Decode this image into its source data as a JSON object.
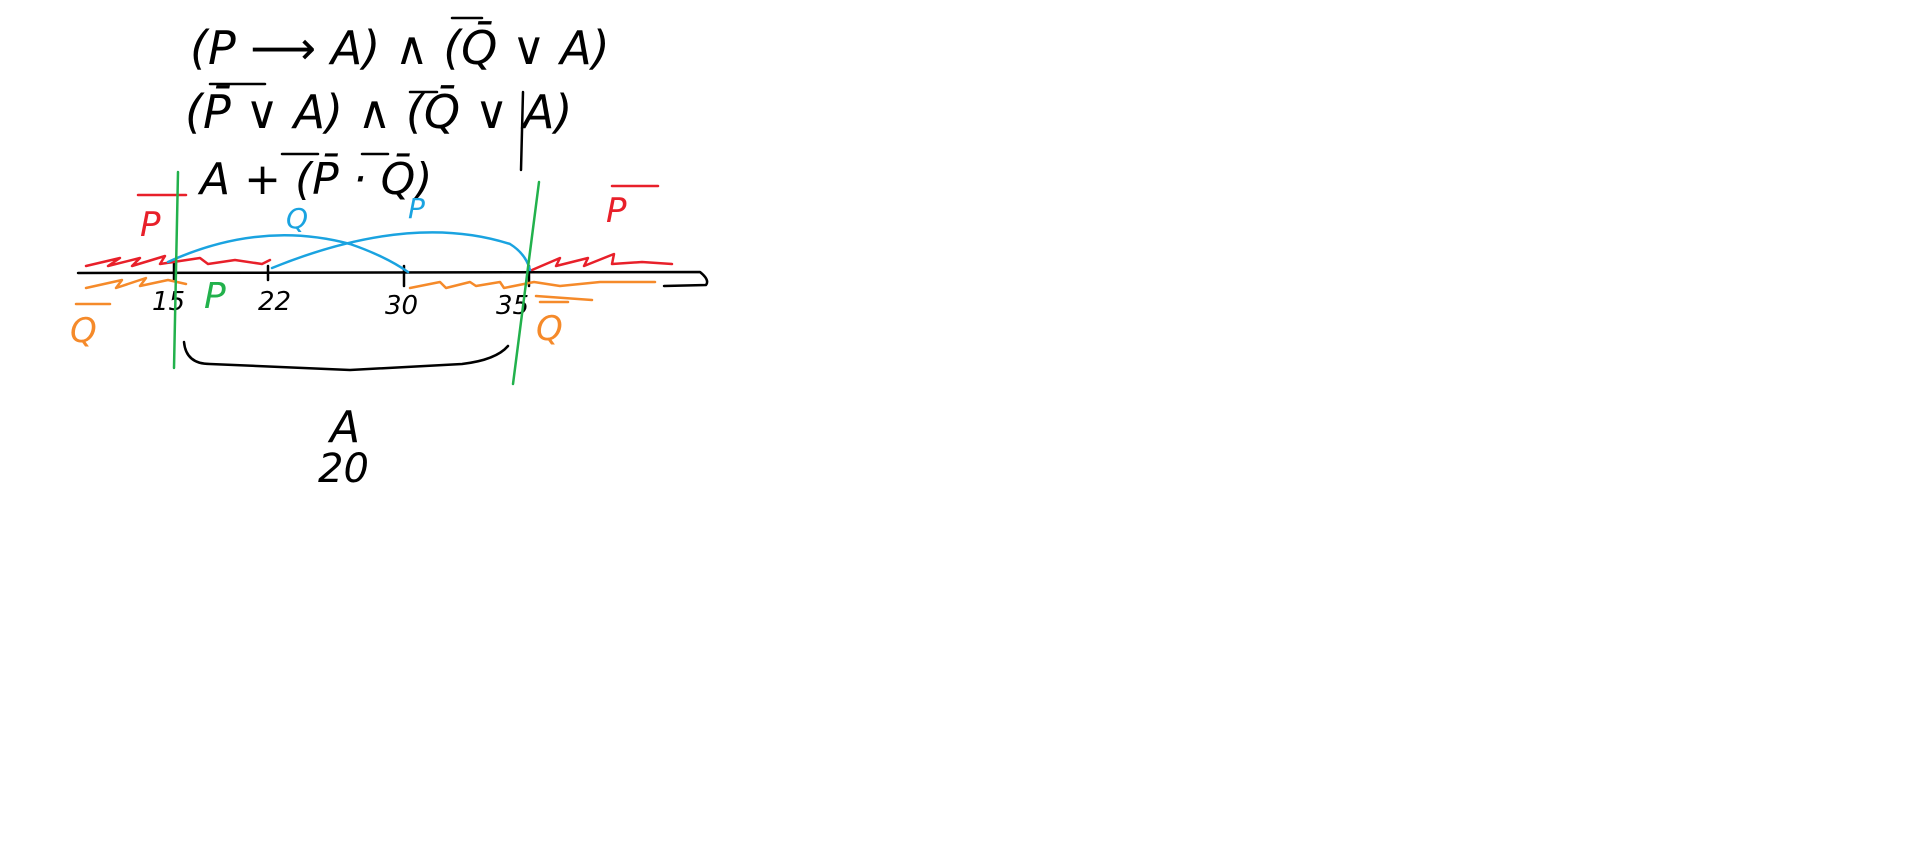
{
  "formulas": {
    "line1": "(P ⟶ A) ∧ (Q̄ ∨ A)",
    "line2": "(P̄ ∨ A) ∧ (Q̄ ∨ A)",
    "line3": "A + (P̄ · Q̄)"
  },
  "number_line": {
    "tick_labels": [
      "15",
      "22",
      "30",
      "35"
    ]
  },
  "regions": {
    "p_bar_left": "P",
    "p_bar_right": "P",
    "q_bar_left": "Q",
    "q_bar_right": "Q",
    "q_blue": "Q",
    "p_blue": "P",
    "p_green": "P"
  },
  "bracket": {
    "label": "A",
    "value": "20"
  },
  "colors": {
    "ink": "#000000",
    "red": "#e8202a",
    "blue": "#1aa3e0",
    "orange": "#f58a2a",
    "green": "#22b14c",
    "background": "#ffffff"
  }
}
